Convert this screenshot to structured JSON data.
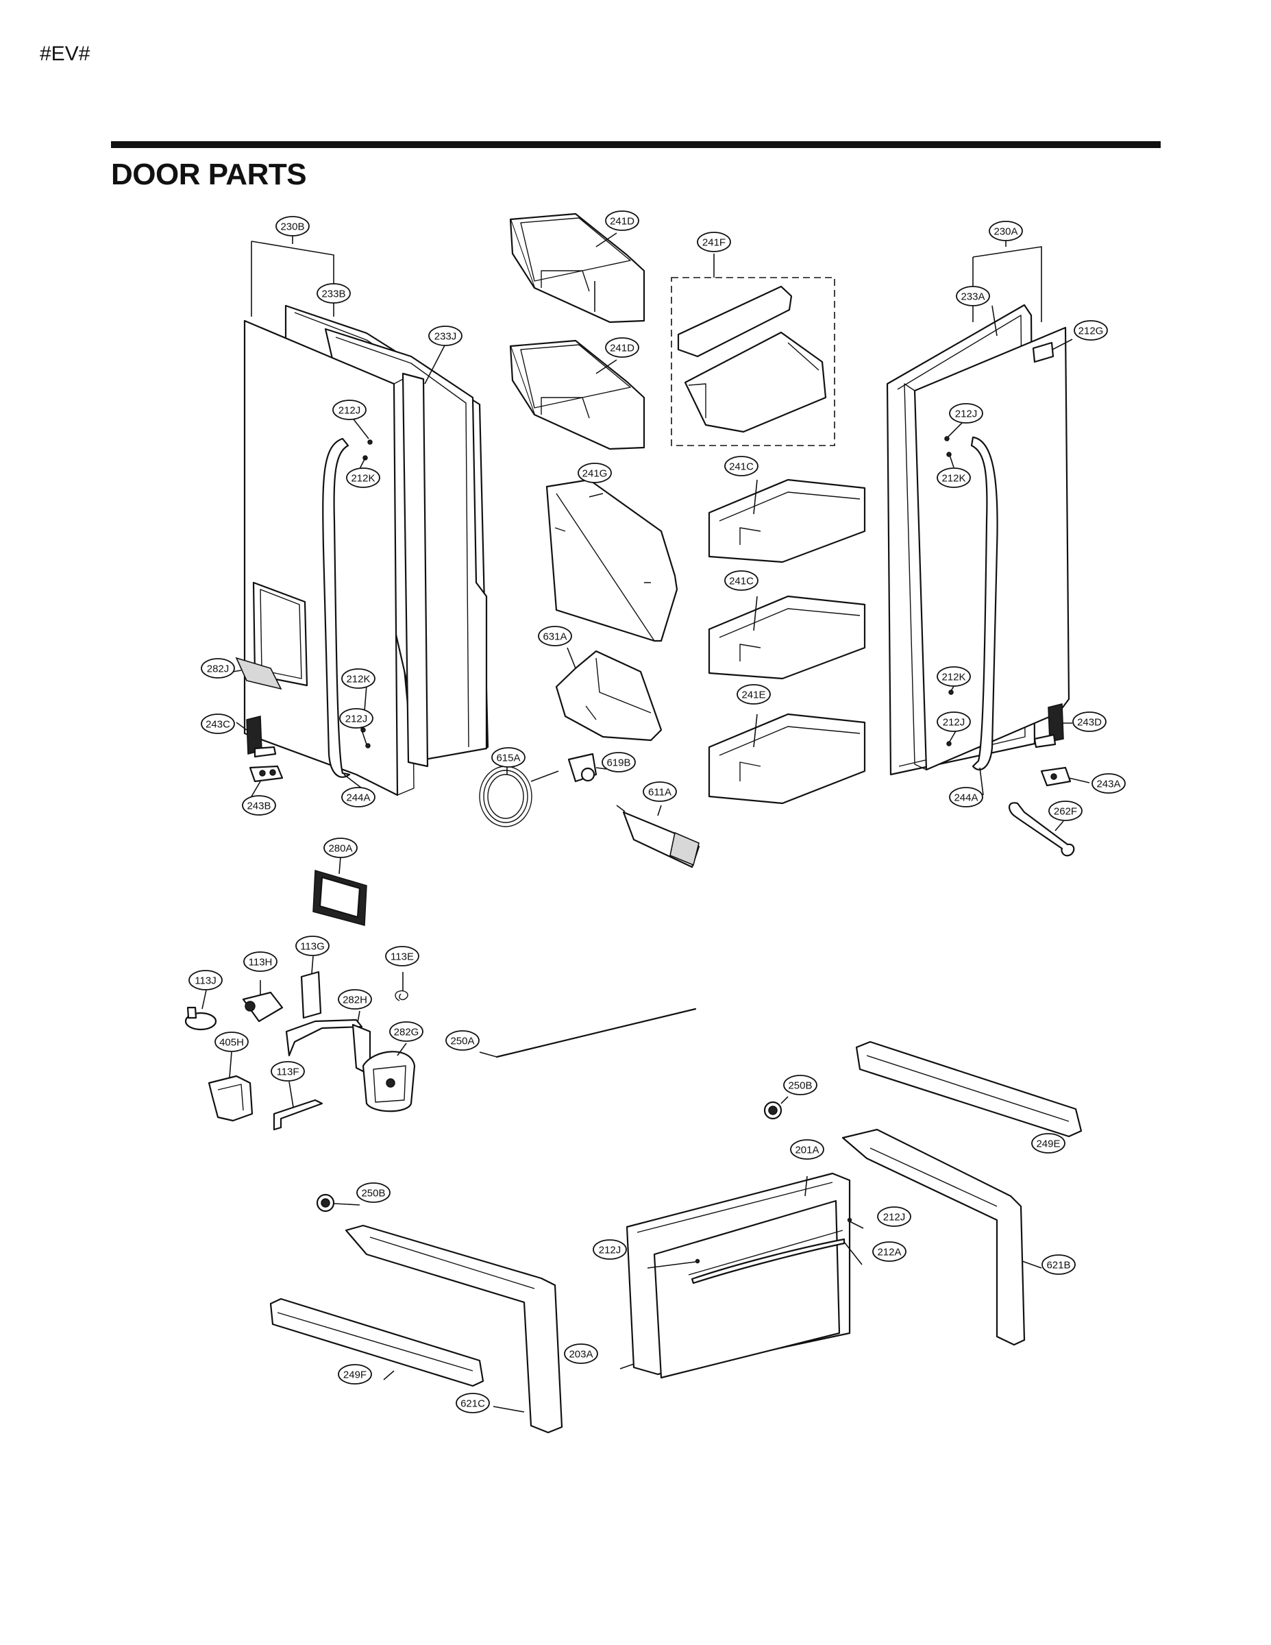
{
  "page": {
    "tag": "#EV#",
    "title": "DOOR PARTS"
  },
  "callouts": [
    {
      "id": "c230B",
      "label": "230B"
    },
    {
      "id": "c233B",
      "label": "233B"
    },
    {
      "id": "c233J",
      "label": "233J"
    },
    {
      "id": "c212J_a",
      "label": "212J"
    },
    {
      "id": "c212K_a",
      "label": "212K"
    },
    {
      "id": "c282J",
      "label": "282J"
    },
    {
      "id": "c212K_b",
      "label": "212K"
    },
    {
      "id": "c212J_b",
      "label": "212J"
    },
    {
      "id": "c243C",
      "label": "243C"
    },
    {
      "id": "c243B",
      "label": "243B"
    },
    {
      "id": "c244A_a",
      "label": "244A"
    },
    {
      "id": "c241D_a",
      "label": "241D"
    },
    {
      "id": "c241D_b",
      "label": "241D"
    },
    {
      "id": "c241F",
      "label": "241F"
    },
    {
      "id": "c241G",
      "label": "241G"
    },
    {
      "id": "c241C_a",
      "label": "241C"
    },
    {
      "id": "c241C_b",
      "label": "241C"
    },
    {
      "id": "c241E",
      "label": "241E"
    },
    {
      "id": "c631A",
      "label": "631A"
    },
    {
      "id": "c615A",
      "label": "615A"
    },
    {
      "id": "c619B",
      "label": "619B"
    },
    {
      "id": "c611A",
      "label": "611A"
    },
    {
      "id": "c230A",
      "label": "230A"
    },
    {
      "id": "c233A",
      "label": "233A"
    },
    {
      "id": "c212G",
      "label": "212G"
    },
    {
      "id": "c212J_c",
      "label": "212J"
    },
    {
      "id": "c212K_c",
      "label": "212K"
    },
    {
      "id": "c212K_d",
      "label": "212K"
    },
    {
      "id": "c212J_d",
      "label": "212J"
    },
    {
      "id": "c243D",
      "label": "243D"
    },
    {
      "id": "c243A",
      "label": "243A"
    },
    {
      "id": "c244A_b",
      "label": "244A"
    },
    {
      "id": "c262F",
      "label": "262F"
    },
    {
      "id": "c280A",
      "label": "280A"
    },
    {
      "id": "c113G",
      "label": "113G"
    },
    {
      "id": "c113H",
      "label": "113H"
    },
    {
      "id": "c113E",
      "label": "113E"
    },
    {
      "id": "c113J",
      "label": "113J"
    },
    {
      "id": "c282H",
      "label": "282H"
    },
    {
      "id": "c282G",
      "label": "282G"
    },
    {
      "id": "c405H",
      "label": "405H"
    },
    {
      "id": "c113F",
      "label": "113F"
    },
    {
      "id": "c250A",
      "label": "250A"
    },
    {
      "id": "c250B_a",
      "label": "250B"
    },
    {
      "id": "c249E",
      "label": "249E"
    },
    {
      "id": "c201A",
      "label": "201A"
    },
    {
      "id": "c212J_e",
      "label": "212J"
    },
    {
      "id": "c212J_f",
      "label": "212J"
    },
    {
      "id": "c212A",
      "label": "212A"
    },
    {
      "id": "c621B",
      "label": "621B"
    },
    {
      "id": "c250B_b",
      "label": "250B"
    },
    {
      "id": "c249F",
      "label": "249F"
    },
    {
      "id": "c621C",
      "label": "621C"
    },
    {
      "id": "c203A",
      "label": "203A"
    }
  ]
}
